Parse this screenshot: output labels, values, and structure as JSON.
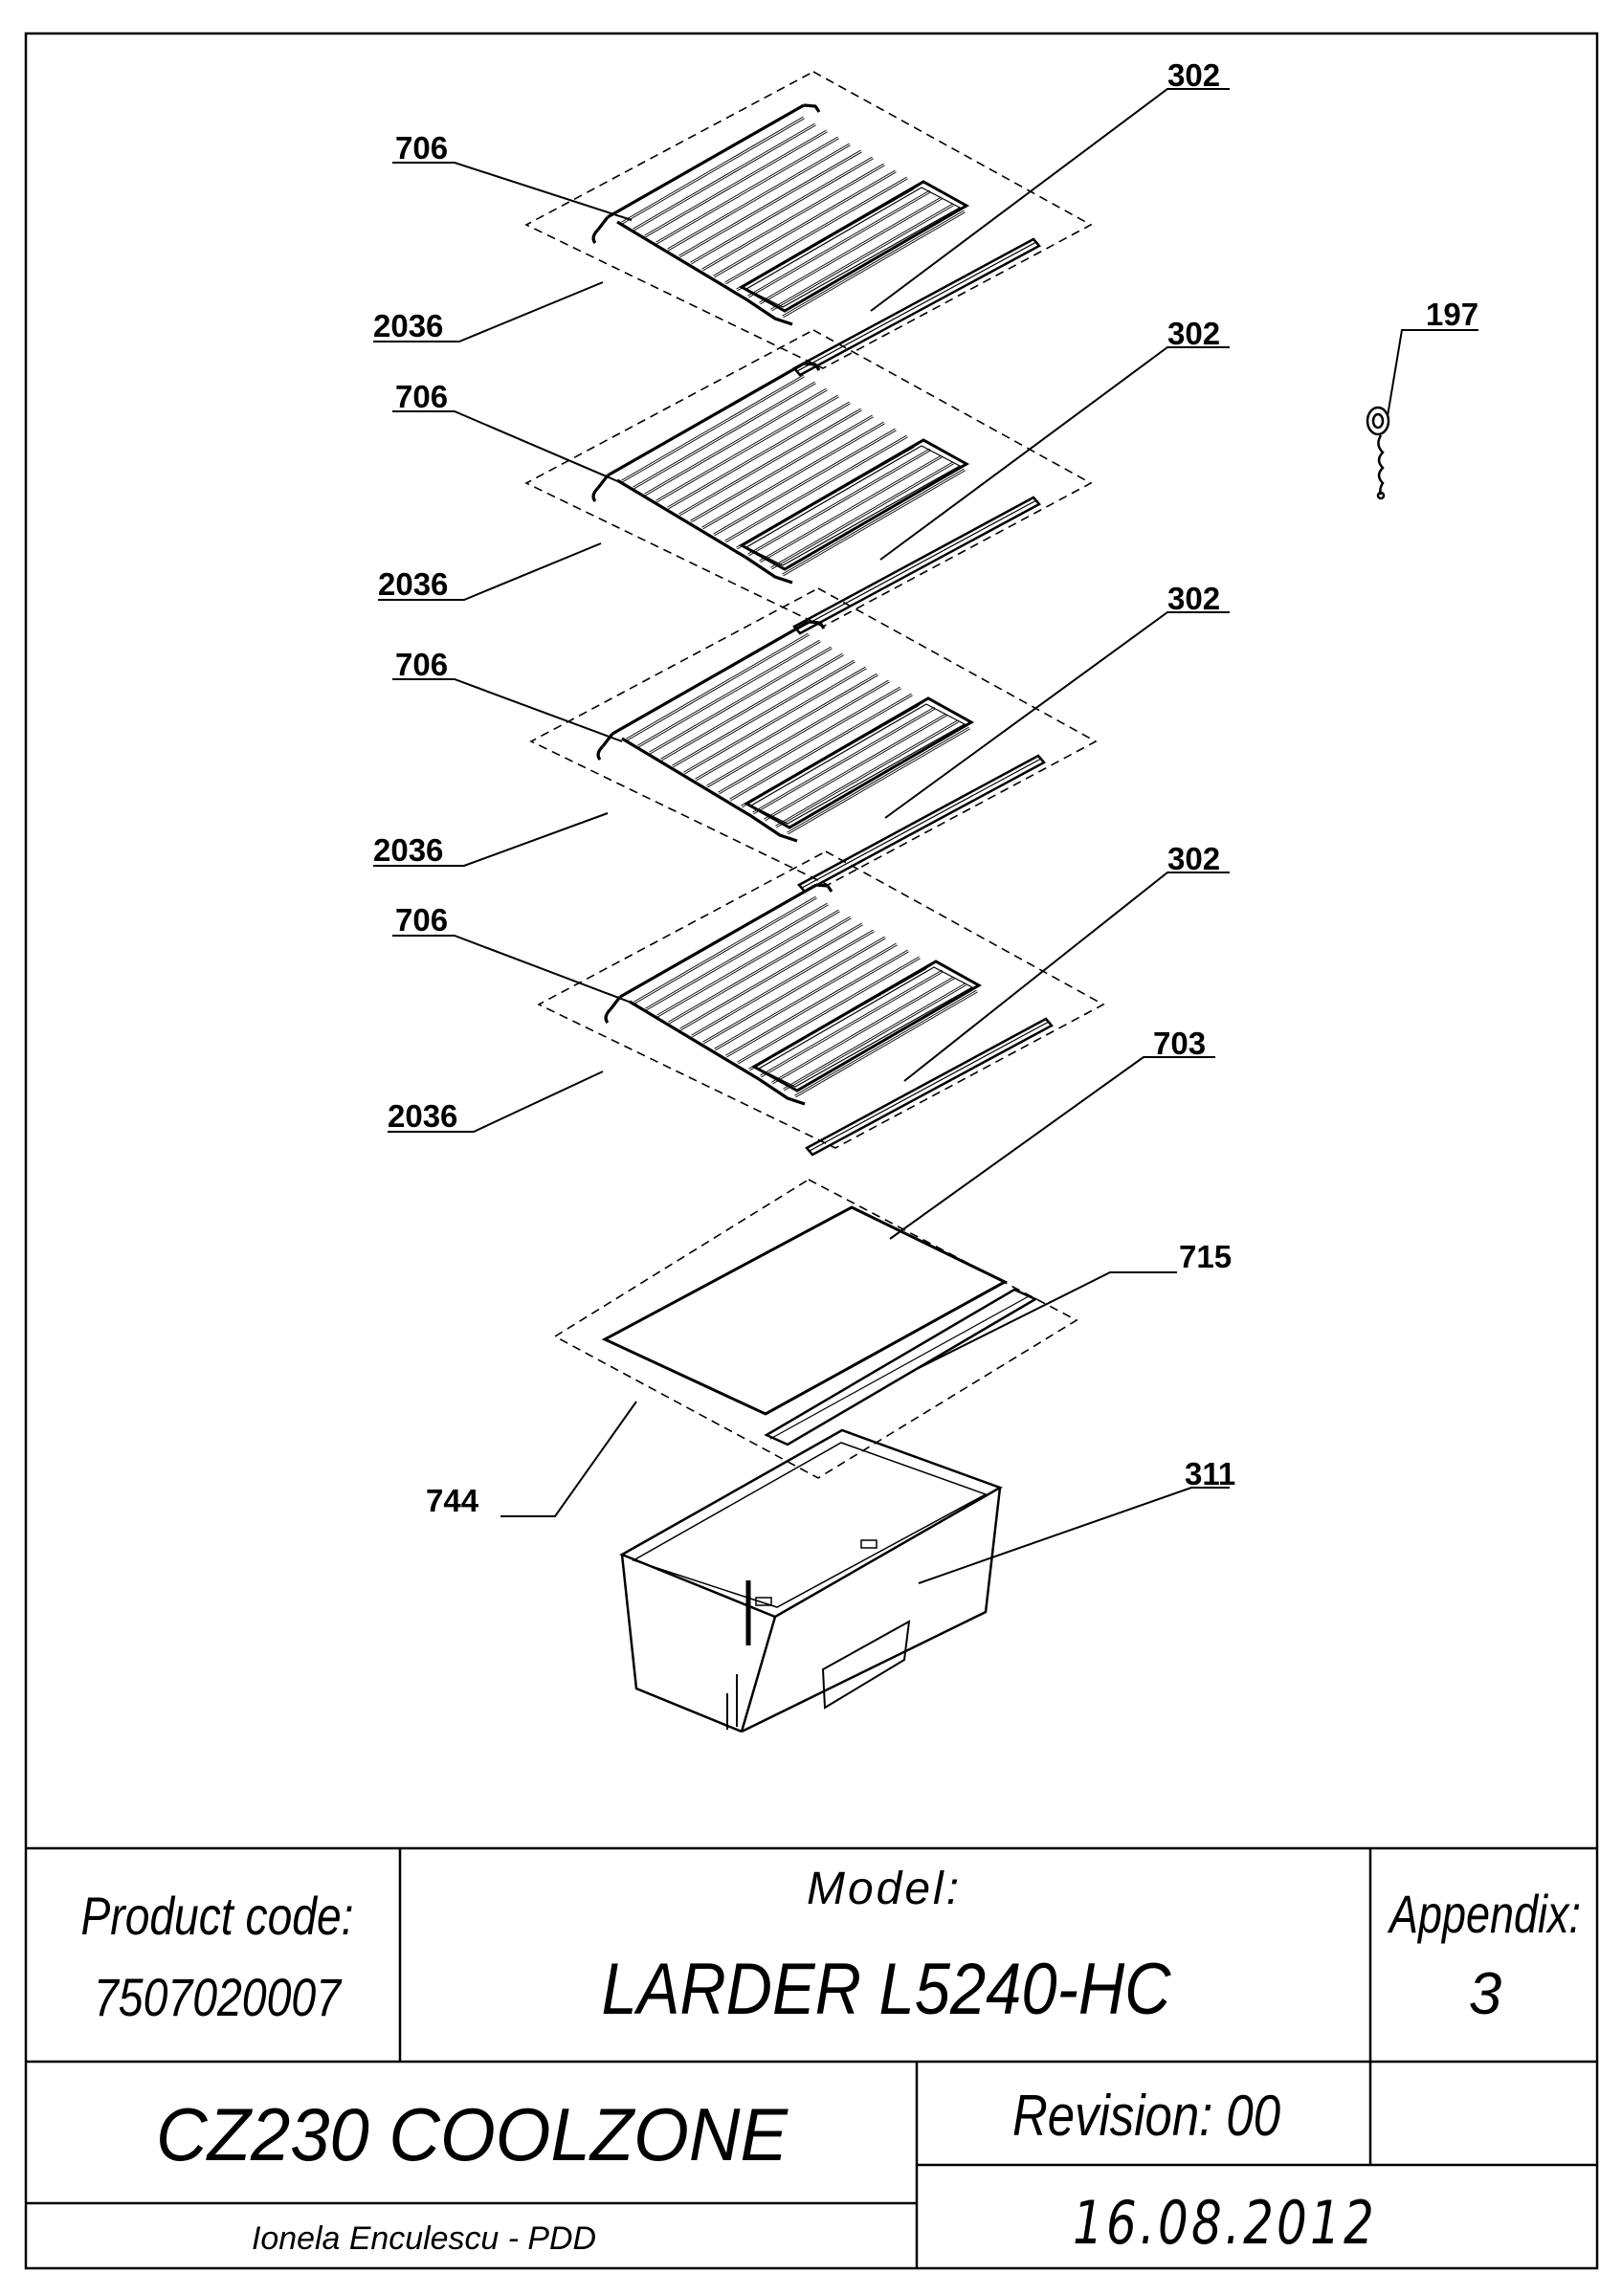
{
  "callouts": {
    "c_302_a": "302",
    "c_706_a": "706",
    "c_2036_a": "2036",
    "c_197": "197",
    "c_302_b": "302",
    "c_706_b": "706",
    "c_2036_b": "2036",
    "c_302_c": "302",
    "c_706_c": "706",
    "c_2036_c": "2036",
    "c_302_d": "302",
    "c_706_d": "706",
    "c_2036_d": "2036",
    "c_703": "703",
    "c_715": "715",
    "c_744": "744",
    "c_311": "311"
  },
  "title_block": {
    "product_code_label": "Product code:",
    "product_code_value": "7507020007",
    "model_label": "Model:",
    "model_value": "LARDER L5240-HC",
    "appendix_label": "Appendix:",
    "appendix_value": "3",
    "product_name": "CZ230 COOLZONE",
    "revision": "Revision: 00",
    "author": "Ionela Enculescu - PDD",
    "date": "16.08.2012"
  }
}
